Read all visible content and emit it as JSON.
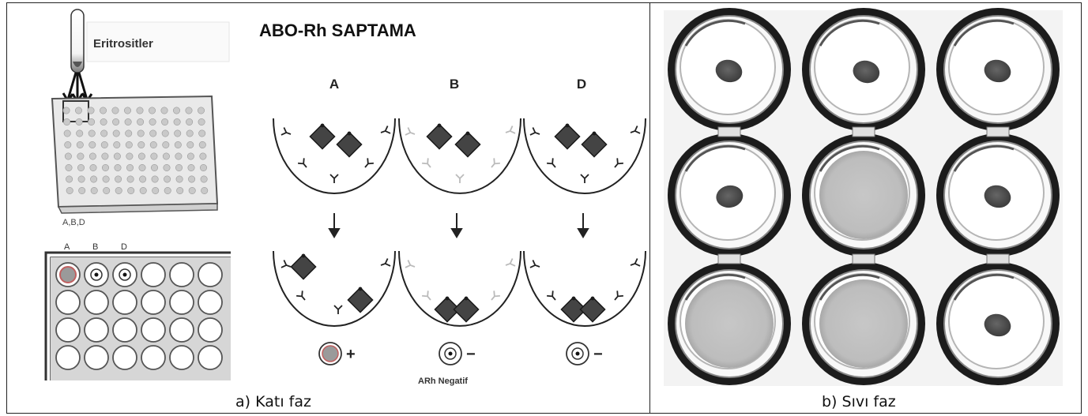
{
  "panel_a": {
    "pipette_label": "Eritrositler",
    "plate_label": "A,B,D",
    "well_column_labels": [
      "A",
      "B",
      "D"
    ],
    "diagram_title": "ABO-Rh SAPTAMA",
    "antibody_columns": [
      "A",
      "B",
      "D"
    ],
    "results": [
      "+",
      "−",
      "−"
    ],
    "result_note": "ARh Negatif",
    "caption": "a) Katı faz"
  },
  "panel_b": {
    "caption": "b) Sıvı faz"
  }
}
